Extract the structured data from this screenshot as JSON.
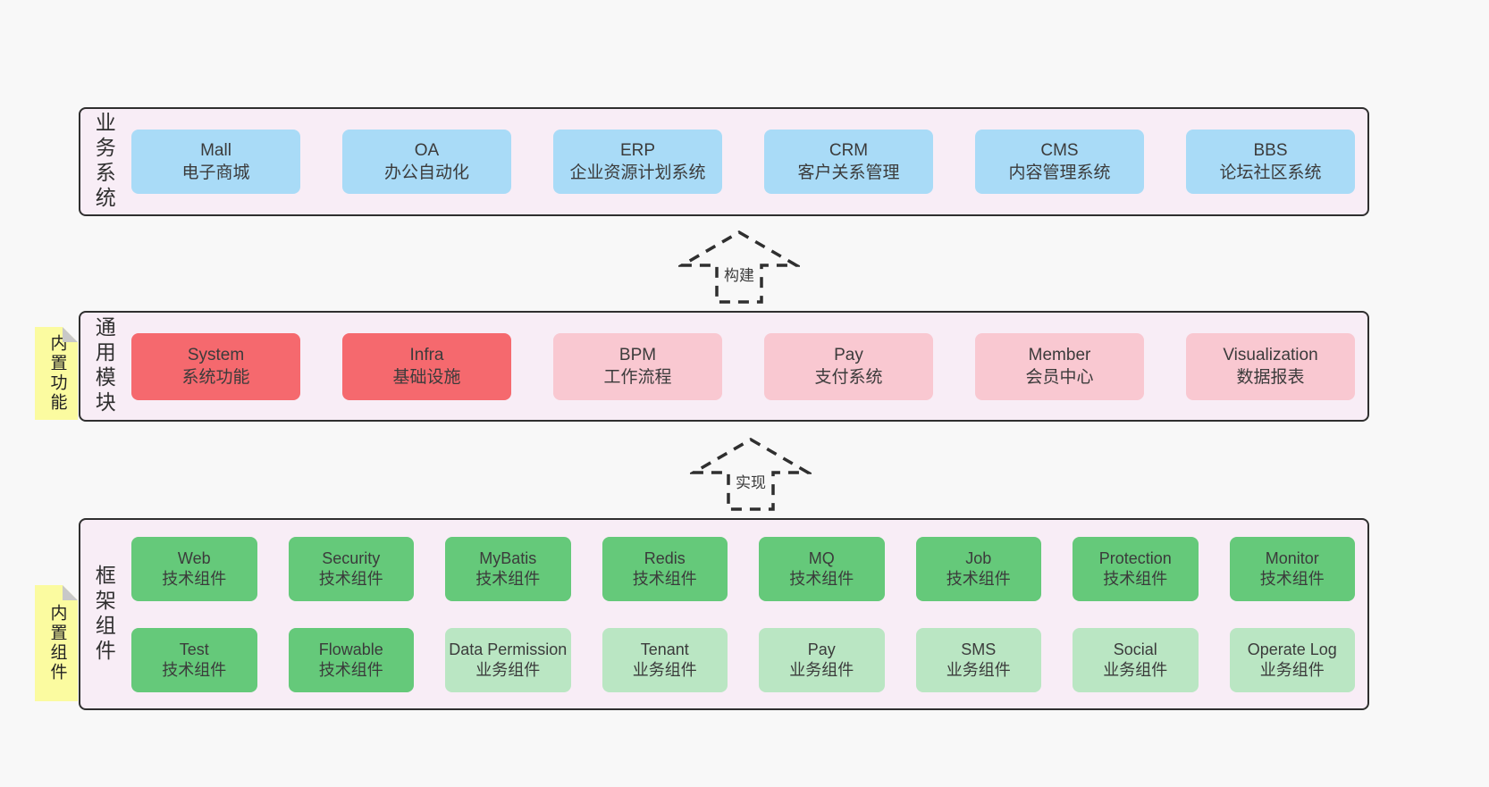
{
  "diagram": {
    "colors": {
      "page_bg": "#f8f8f8",
      "container_bg": "#f8edf6",
      "container_border": "#2f2f2f",
      "blue": "#a9dbf7",
      "red": "#f5696e",
      "pink": "#f9c8d1",
      "green": "#65c97a",
      "light_green": "#bae6c3",
      "sticky_yellow": "#fbfba0",
      "sticky_fold": "#c8c8c8",
      "text": "#3b3b3b"
    },
    "arrows": [
      {
        "label": "构建"
      },
      {
        "label": "实现"
      }
    ],
    "layers": [
      {
        "label": "业务系统",
        "sticky_note": null,
        "rows": [
          [
            {
              "title": "Mall",
              "subtitle": "电子商城",
              "color": "blue"
            },
            {
              "title": "OA",
              "subtitle": "办公自动化",
              "color": "blue"
            },
            {
              "title": "ERP",
              "subtitle": "企业资源计划系统",
              "color": "blue"
            },
            {
              "title": "CRM",
              "subtitle": "客户关系管理",
              "color": "blue"
            },
            {
              "title": "CMS",
              "subtitle": "内容管理系统",
              "color": "blue"
            },
            {
              "title": "BBS",
              "subtitle": "论坛社区系统",
              "color": "blue"
            }
          ]
        ]
      },
      {
        "label": "通用模块",
        "sticky_note": "内置功能",
        "rows": [
          [
            {
              "title": "System",
              "subtitle": "系统功能",
              "color": "red"
            },
            {
              "title": "Infra",
              "subtitle": "基础设施",
              "color": "red"
            },
            {
              "title": "BPM",
              "subtitle": "工作流程",
              "color": "pink"
            },
            {
              "title": "Pay",
              "subtitle": "支付系统",
              "color": "pink"
            },
            {
              "title": "Member",
              "subtitle": "会员中心",
              "color": "pink"
            },
            {
              "title": "Visualization",
              "subtitle": "数据报表",
              "color": "pink"
            }
          ]
        ]
      },
      {
        "label": "框架组件",
        "sticky_note": "内置组件",
        "rows": [
          [
            {
              "title": "Web",
              "subtitle": "技术组件",
              "color": "green"
            },
            {
              "title": "Security",
              "subtitle": "技术组件",
              "color": "green"
            },
            {
              "title": "MyBatis",
              "subtitle": "技术组件",
              "color": "green"
            },
            {
              "title": "Redis",
              "subtitle": "技术组件",
              "color": "green"
            },
            {
              "title": "MQ",
              "subtitle": "技术组件",
              "color": "green"
            },
            {
              "title": "Job",
              "subtitle": "技术组件",
              "color": "green"
            },
            {
              "title": "Protection",
              "subtitle": "技术组件",
              "color": "green"
            },
            {
              "title": "Monitor",
              "subtitle": "技术组件",
              "color": "green"
            }
          ],
          [
            {
              "title": "Test",
              "subtitle": "技术组件",
              "color": "green"
            },
            {
              "title": "Flowable",
              "subtitle": "技术组件",
              "color": "green"
            },
            {
              "title": "Data Permission",
              "subtitle": "业务组件",
              "color": "light_green"
            },
            {
              "title": "Tenant",
              "subtitle": "业务组件",
              "color": "light_green"
            },
            {
              "title": "Pay",
              "subtitle": "业务组件",
              "color": "light_green"
            },
            {
              "title": "SMS",
              "subtitle": "业务组件",
              "color": "light_green"
            },
            {
              "title": "Social",
              "subtitle": "业务组件",
              "color": "light_green"
            },
            {
              "title": "Operate Log",
              "subtitle": "业务组件",
              "color": "light_green"
            }
          ]
        ]
      }
    ]
  }
}
